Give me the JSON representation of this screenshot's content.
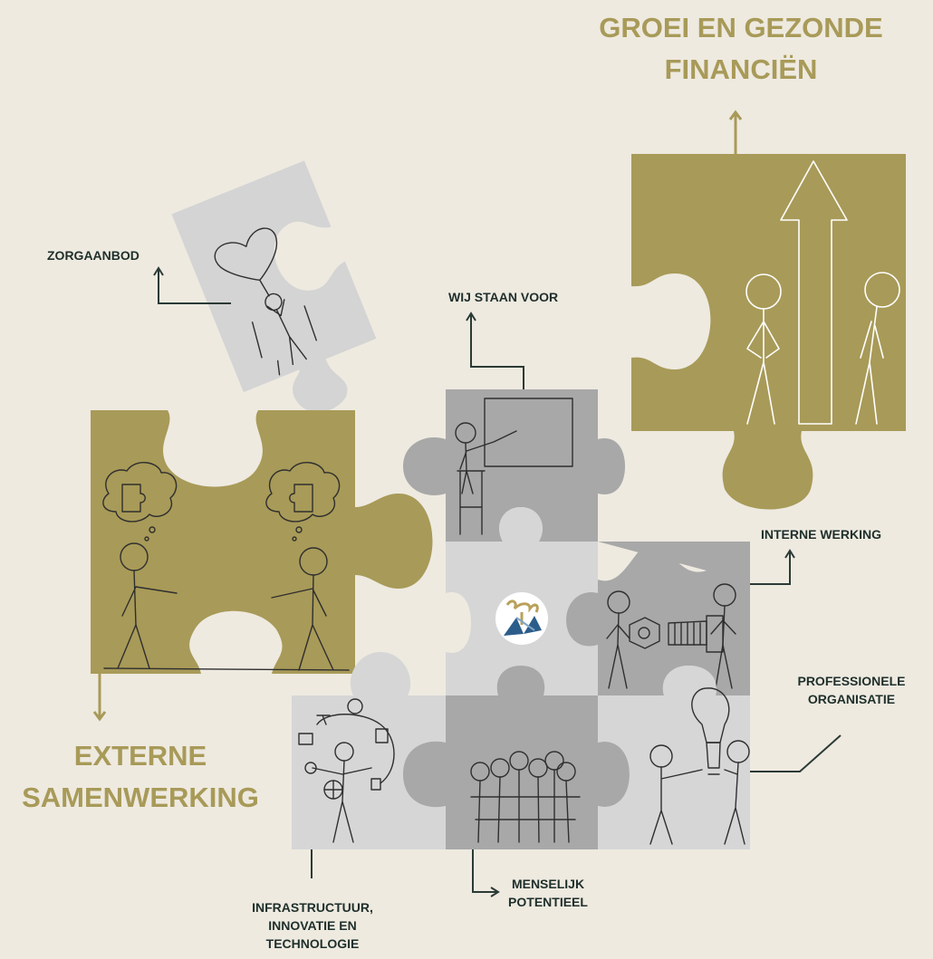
{
  "headings": {
    "growth": [
      "GROEI EN GEZONDE",
      "FINANCIËN"
    ],
    "external": [
      "EXTERNE",
      "SAMENWERKING"
    ]
  },
  "labels": {
    "care": "ZORGAANBOD",
    "mission": "WIJ STAAN VOOR",
    "internal": "INTERNE WERKING",
    "professional": [
      "PROFESSIONELE",
      "ORGANISATIE"
    ],
    "human": [
      "MENSELIJK",
      "POTENTIEEL"
    ],
    "infrastructure": [
      "INFRASTRUCTUUR,",
      "INNOVATIE EN",
      "TECHNOLOGIE"
    ]
  },
  "colors": {
    "background": "#eeeae0",
    "gold": "#a89a58",
    "text": "#1f2f2b",
    "connector": "#2b3a36",
    "grey_dark": "#a6a6a6",
    "grey_mid": "#bcbcbc",
    "grey_light": "#d6d6d6",
    "logo_blue": "#2c5d8a",
    "logo_gold": "#b9a15a"
  },
  "icons": [
    "heart-balloon-icon",
    "teacher-board-icon",
    "idea-puzzle-icon",
    "growth-arrow-icon",
    "logo-icon",
    "bolt-nut-icon",
    "multitask-icon",
    "crowd-icon",
    "lightbulb-icon"
  ]
}
